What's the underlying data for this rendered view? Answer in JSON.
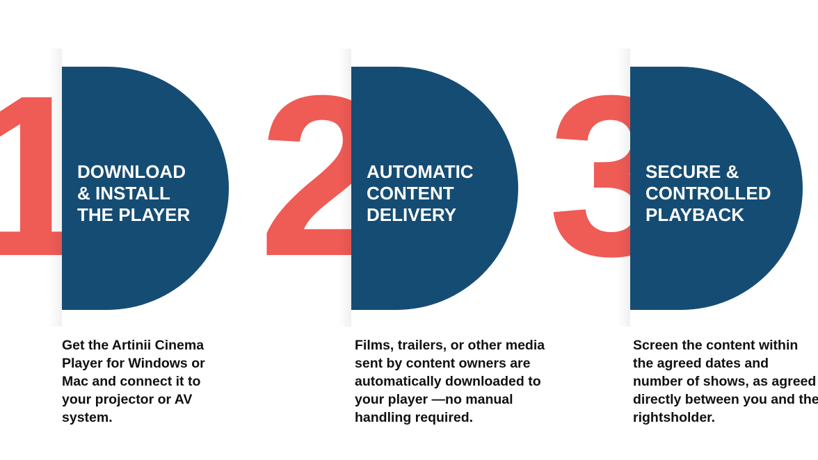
{
  "colors": {
    "accent": "#ef5b55",
    "circle": "#154c73",
    "heading_text": "#ffffff",
    "body_text": "#111111",
    "background": "#ffffff"
  },
  "steps": [
    {
      "number": "1",
      "heading": [
        "DOWNLOAD",
        "& INSTALL",
        "THE PLAYER"
      ],
      "description": "Get the Artinii Cinema Player for Windows or Mac and connect it to your projector or AV system."
    },
    {
      "number": "2",
      "heading": [
        "AUTOMATIC",
        "CONTENT",
        "DELIVERY"
      ],
      "description": "Films, trailers, or other media sent by content owners are automatically downloaded to your player —no manual handling required."
    },
    {
      "number": "3",
      "heading": [
        "SECURE &",
        "CONTROLLED",
        "PLAYBACK"
      ],
      "description": "Screen the content within the agreed dates and number of shows, as agreed directly between you and the rightsholder."
    }
  ]
}
